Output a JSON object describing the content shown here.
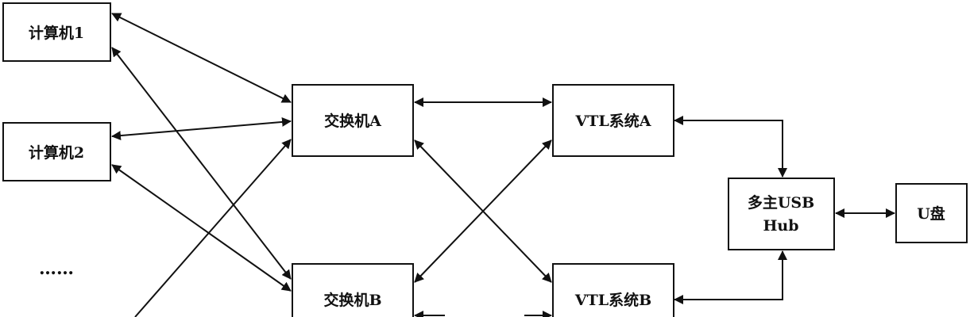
{
  "diagram": {
    "nodes": {
      "computer1": "计算机1",
      "computer2": "计算机2",
      "ellipsis": "……",
      "switchA": "交换机A",
      "switchB": "交换机B",
      "vtlA": "VTL系统A",
      "vtlB": "VTL系统B",
      "hub_line1": "多主USB",
      "hub_line2": "Hub",
      "udisk": "U盘"
    },
    "colors": {
      "stroke": "#111111",
      "background": "#ffffff"
    }
  }
}
